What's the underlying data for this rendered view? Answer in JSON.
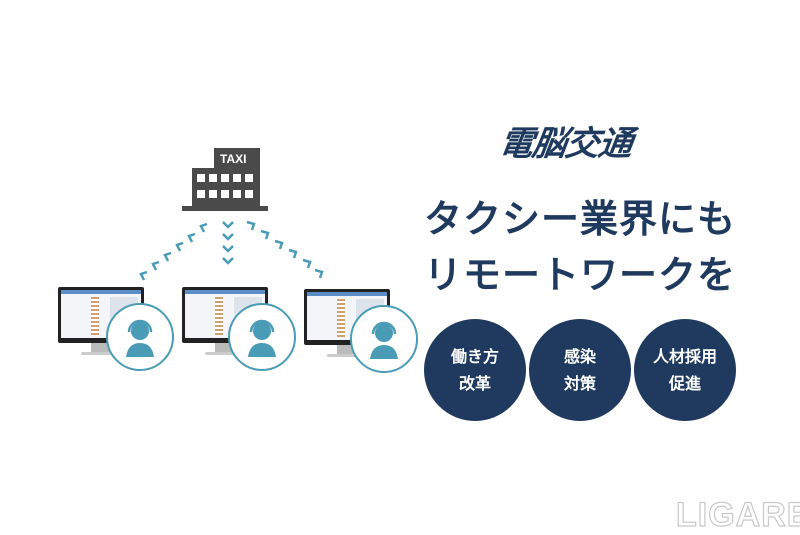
{
  "logo": {
    "text": "電脳交通"
  },
  "building": {
    "sign": "TAXI"
  },
  "headline": {
    "line1": "タクシー業界にも",
    "line2": "リモートワークを"
  },
  "badges": [
    {
      "line1": "働き方",
      "line2": "改革"
    },
    {
      "line1": "感染",
      "line2": "対策"
    },
    {
      "line1": "人材採用",
      "line2": "促進"
    }
  ],
  "watermark": "LIGARE",
  "colors": {
    "navy": "#1f3a5e",
    "teal": "#4a9bb5",
    "building": "#4a4a4a"
  }
}
